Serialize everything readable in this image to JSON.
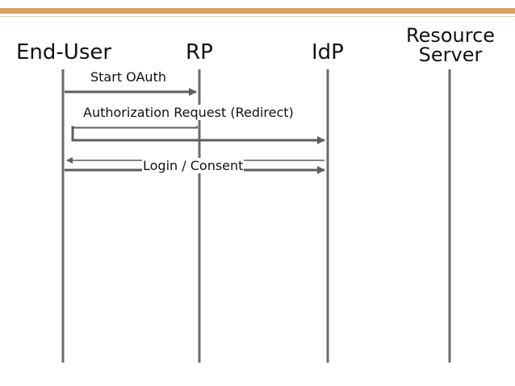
{
  "colors": {
    "accent_bar": "#D9A15F",
    "accent_bar_light": "#E9CFA8",
    "lifeline": "#6B6B6B",
    "arrow": "#5E5E5E",
    "text": "#111111"
  },
  "actors": {
    "end_user": "End-User",
    "rp": "RP",
    "idp": "IdP",
    "resource_line1": "Resource",
    "resource_line2": "Server"
  },
  "messages": {
    "start_oauth": "Start OAuth",
    "authorization_request": "Authorization Request (Redirect)",
    "login_consent": "Login / Consent"
  }
}
